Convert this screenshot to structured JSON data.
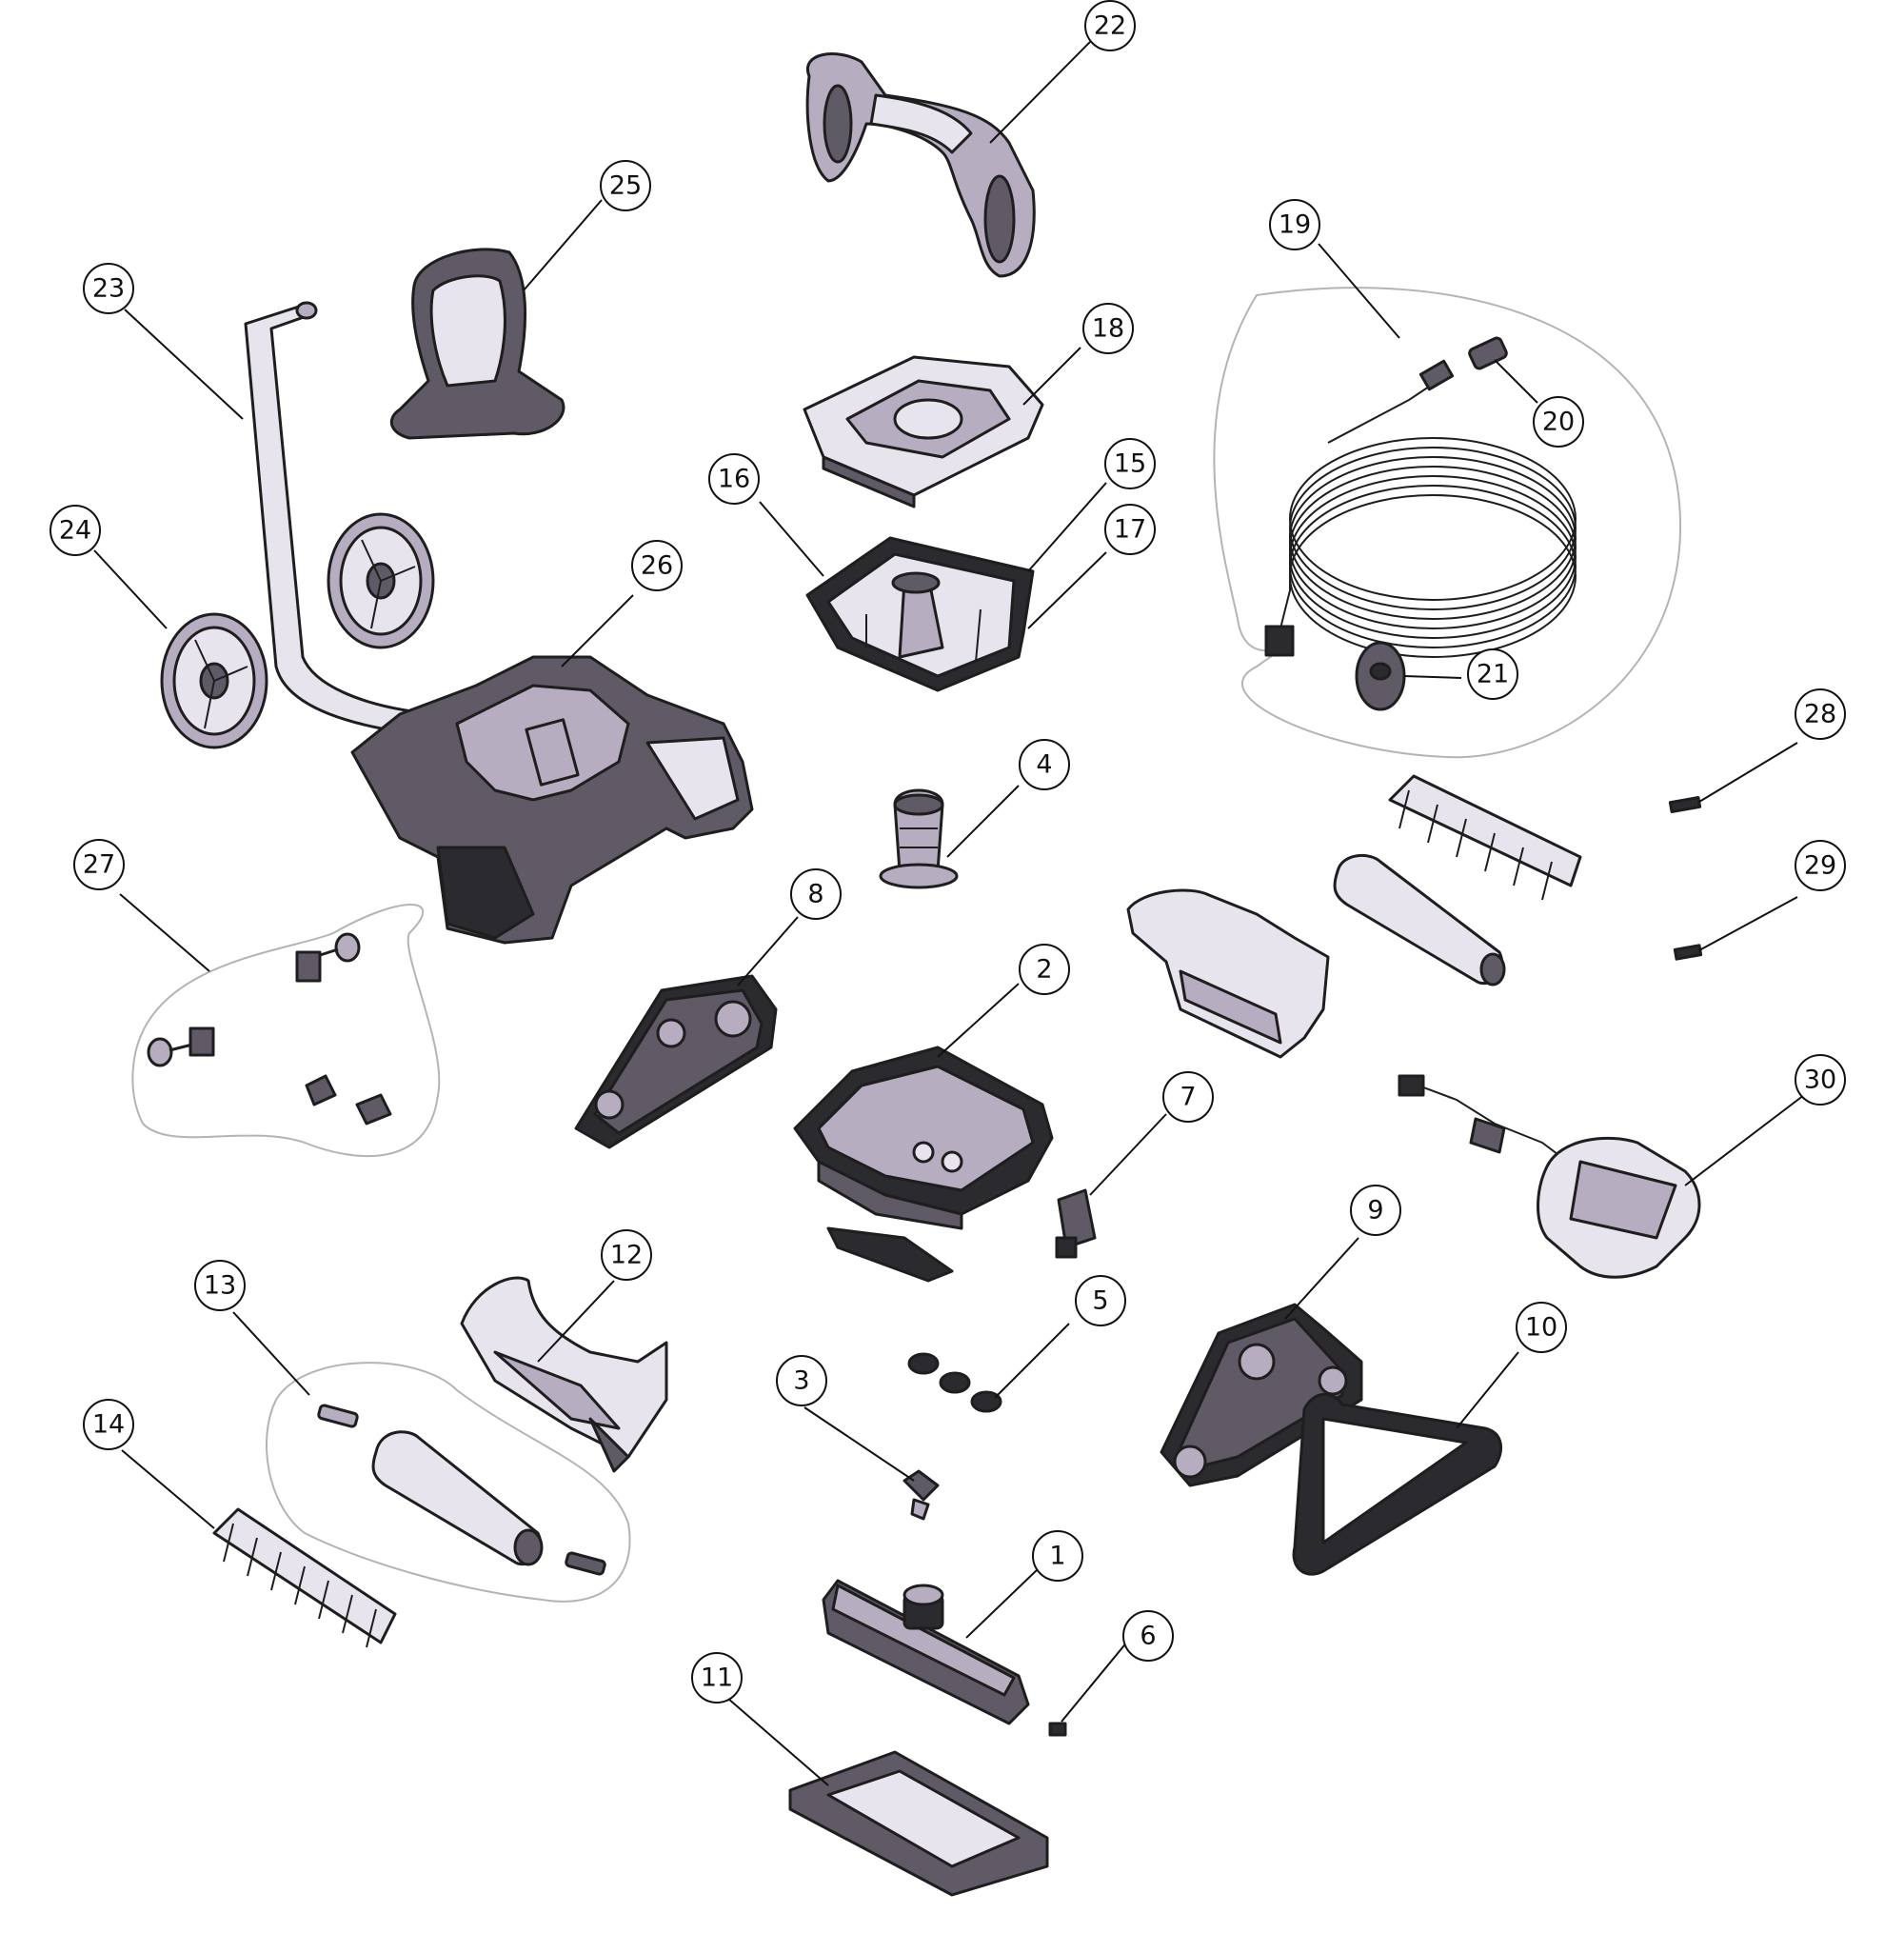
{
  "diagram": {
    "callouts": [
      {
        "id": "1",
        "label": "1"
      },
      {
        "id": "2",
        "label": "2"
      },
      {
        "id": "3",
        "label": "3"
      },
      {
        "id": "4",
        "label": "4"
      },
      {
        "id": "5",
        "label": "5"
      },
      {
        "id": "6",
        "label": "6"
      },
      {
        "id": "7",
        "label": "7"
      },
      {
        "id": "8",
        "label": "8"
      },
      {
        "id": "9",
        "label": "9"
      },
      {
        "id": "10",
        "label": "10"
      },
      {
        "id": "11",
        "label": "11"
      },
      {
        "id": "12",
        "label": "12"
      },
      {
        "id": "13",
        "label": "13"
      },
      {
        "id": "14",
        "label": "14"
      },
      {
        "id": "15",
        "label": "15"
      },
      {
        "id": "16",
        "label": "16"
      },
      {
        "id": "17",
        "label": "17"
      },
      {
        "id": "18",
        "label": "18"
      },
      {
        "id": "19",
        "label": "19"
      },
      {
        "id": "20",
        "label": "20"
      },
      {
        "id": "21",
        "label": "21"
      },
      {
        "id": "22",
        "label": "22"
      },
      {
        "id": "23",
        "label": "23"
      },
      {
        "id": "24",
        "label": "24"
      },
      {
        "id": "25",
        "label": "25"
      },
      {
        "id": "26",
        "label": "26"
      },
      {
        "id": "27",
        "label": "27"
      },
      {
        "id": "28",
        "label": "28"
      },
      {
        "id": "29",
        "label": "29"
      },
      {
        "id": "30",
        "label": "30"
      }
    ],
    "colors": {
      "line": "#111111",
      "part_dark": "#5f5a66",
      "part_mid": "#b6aec0",
      "part_light": "#e8e4ee",
      "group_outline": "#b4b4b4"
    }
  }
}
